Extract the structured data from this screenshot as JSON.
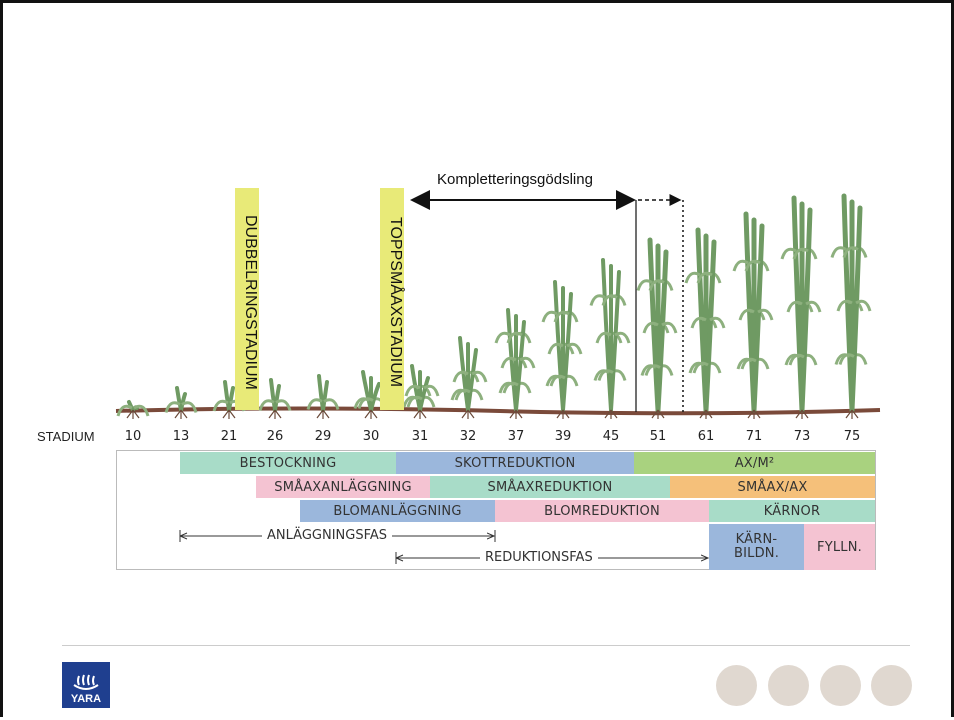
{
  "labels": {
    "doubleridge": "DUBBELRINGSTADIUM",
    "terminal_spikelet": "TOPPSMÅAXSTADIUM",
    "top_dressing": "Kompletteringsgödsling"
  },
  "stages": {
    "title": "STADIUM",
    "values": [
      "10",
      "13",
      "21",
      "26",
      "29",
      "30",
      "31",
      "32",
      "37",
      "39",
      "45",
      "51",
      "61",
      "71",
      "73",
      "75"
    ]
  },
  "bands": {
    "row1": [
      "BESTOCKNING",
      "SKOTTREDUKTION",
      "AX/M²"
    ],
    "row2": [
      "SMÅAXANLÄGGNING",
      "SMÅAXREDUKTION",
      "SMÅAX/AX"
    ],
    "row3": [
      "BLOMANLÄGGNING",
      "BLOMREDUKTION",
      "KÄRNOR"
    ],
    "row4_fill": "FYLLN."
  },
  "phases": {
    "establishment": "ANLÄGGNINGSFAS",
    "reduction": "REDUKTIONSFAS",
    "kernel_formation": "KÄRN-\nBILDN."
  },
  "logo": {
    "text": "YARA"
  },
  "colors": {
    "green_teal": "#a8dcc8",
    "blue": "#9bb7dc",
    "green": "#a9d27f",
    "pink": "#f4c3d2",
    "orange": "#f5c07a",
    "yellow_label": "#e8ea78",
    "brand_blue": "#1f3f8f"
  }
}
